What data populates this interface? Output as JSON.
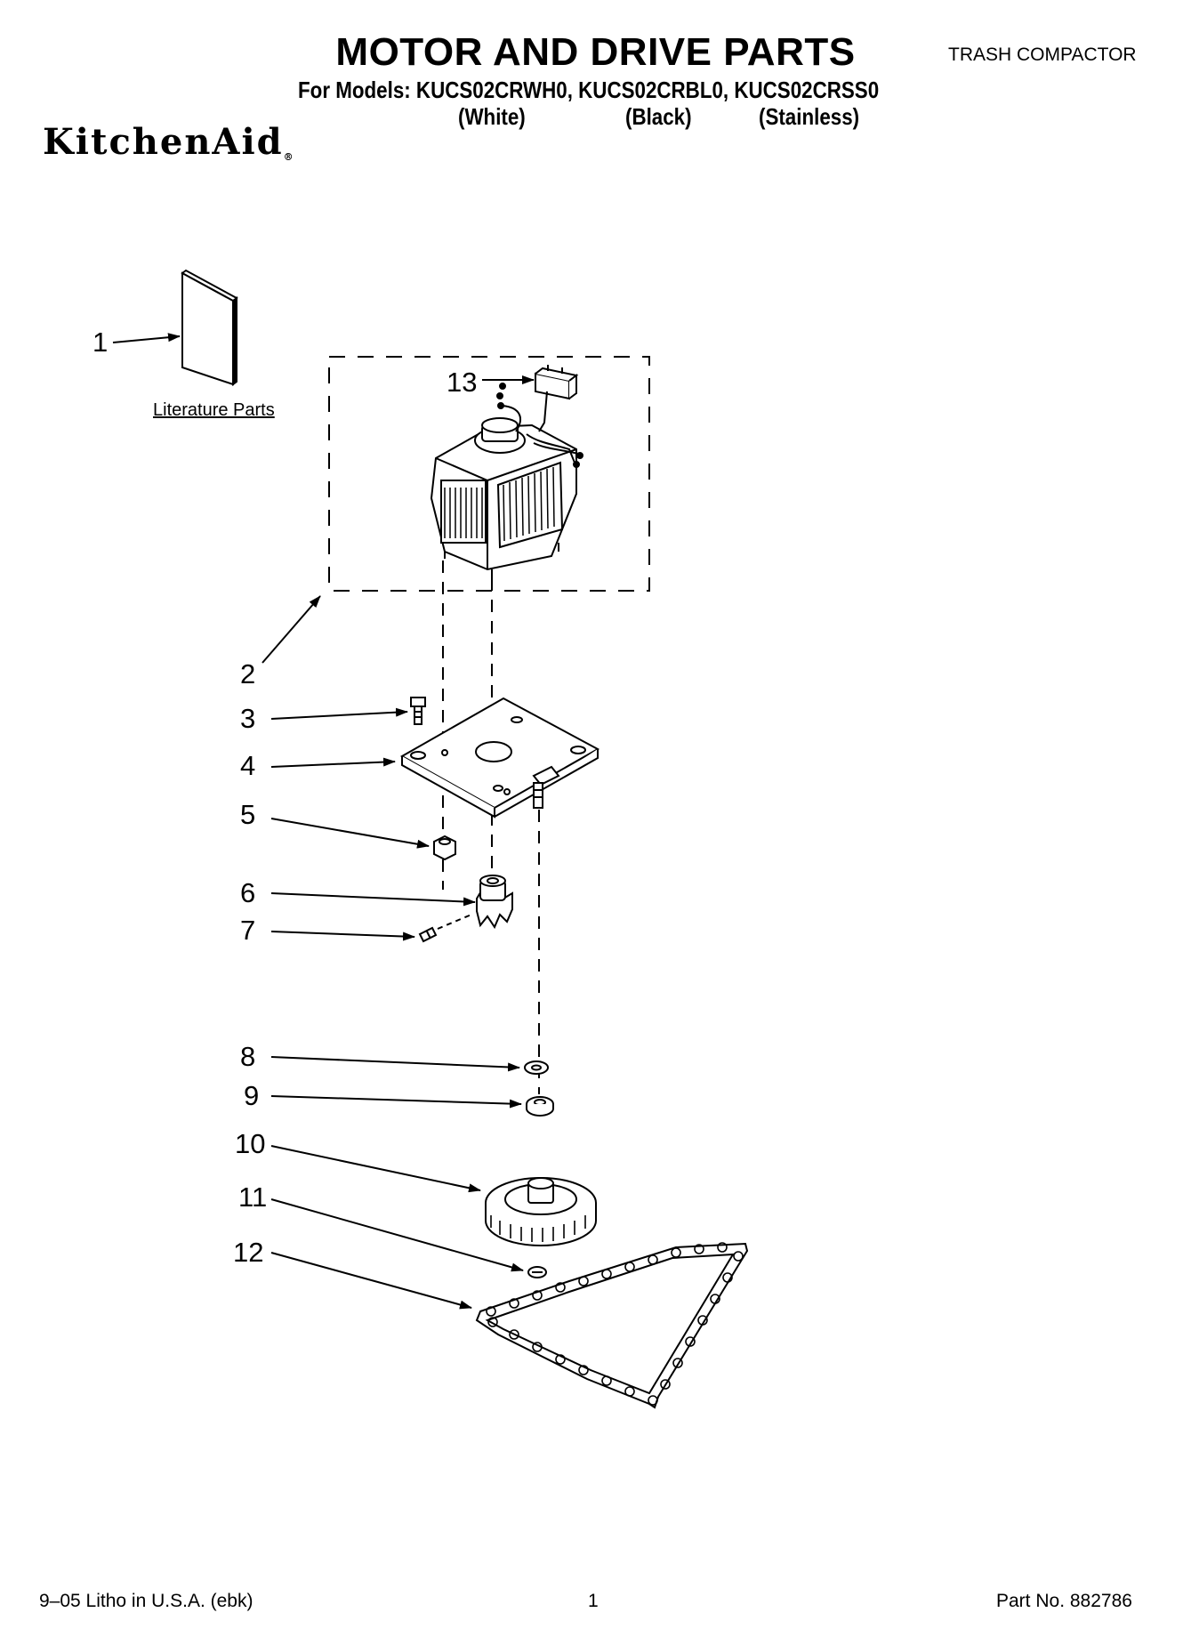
{
  "header": {
    "title": "MOTOR AND DRIVE PARTS",
    "category": "TRASH COMPACTOR",
    "models_line": "For Models: KUCS02CRWH0, KUCS02CRBL0, KUCS02CRSS0",
    "variants": [
      "(White)",
      "(Black)",
      "(Stainless)"
    ],
    "brand": "KitchenAid",
    "brand_mark": "®"
  },
  "diagram": {
    "literature_label": "Literature Parts",
    "callouts": [
      "1",
      "2",
      "3",
      "4",
      "5",
      "6",
      "7",
      "8",
      "9",
      "10",
      "11",
      "12",
      "13"
    ]
  },
  "footer": {
    "litho": "9–05 Litho in U.S.A. (ebk)",
    "page": "1",
    "part_no": "Part No. 882786"
  }
}
